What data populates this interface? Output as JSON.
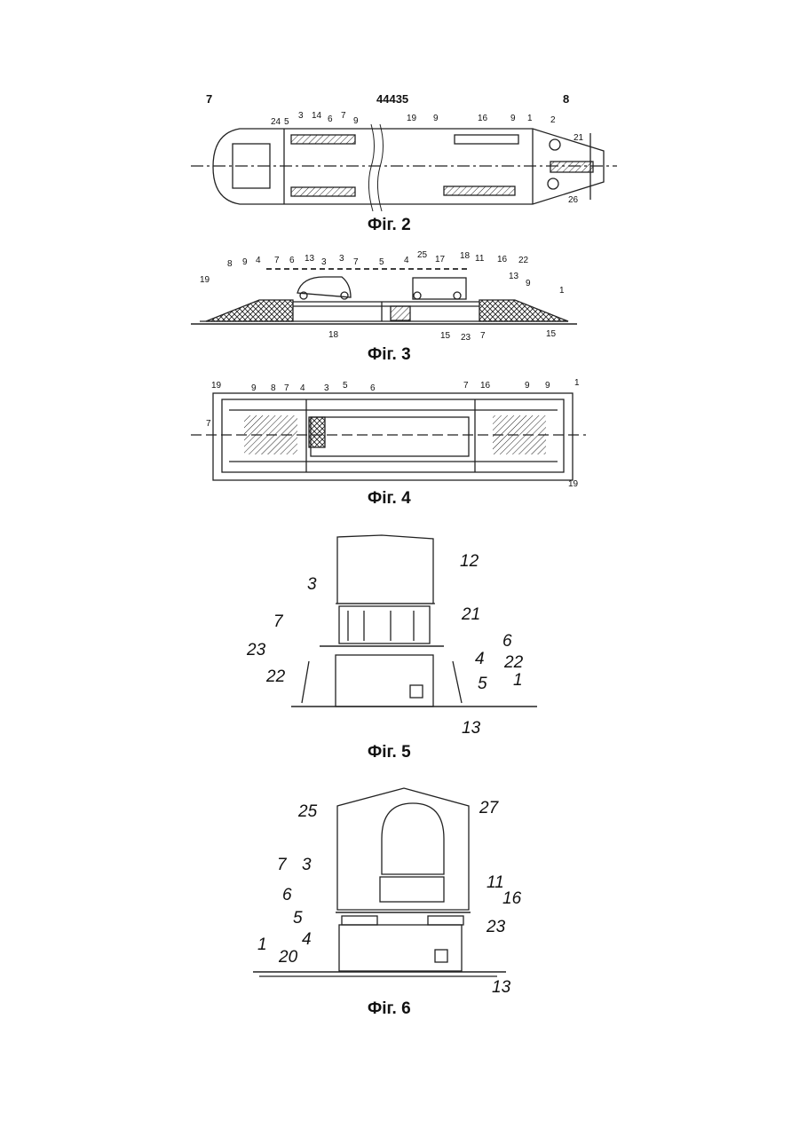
{
  "header": {
    "page_left": "7",
    "doc_number": "44435",
    "page_right": "8"
  },
  "figures": [
    {
      "caption": "Фіг. 2",
      "callouts": [
        "24",
        "5",
        "3",
        "14",
        "6",
        "7",
        "9",
        "19",
        "9",
        "16",
        "9",
        "1",
        "2",
        "21",
        "26"
      ]
    },
    {
      "caption": "Фіг. 3",
      "callouts": [
        "19",
        "8",
        "9",
        "4",
        "7",
        "6",
        "13",
        "3",
        "3",
        "7",
        "5",
        "4",
        "25",
        "17",
        "18",
        "11",
        "16",
        "22",
        "13",
        "9",
        "1",
        "18",
        "15",
        "23",
        "7",
        "15"
      ]
    },
    {
      "caption": "Фіг. 4",
      "callouts": [
        "19",
        "9",
        "8",
        "7",
        "4",
        "3",
        "5",
        "6",
        "7",
        "16",
        "9",
        "9",
        "1",
        "7",
        "19"
      ]
    },
    {
      "caption": "Фіг. 5",
      "callouts": [
        "12",
        "3",
        "21",
        "7",
        "6",
        "23",
        "4",
        "22",
        "22",
        "5",
        "1",
        "13"
      ]
    },
    {
      "caption": "Фіг. 6",
      "callouts": [
        "25",
        "27",
        "7",
        "3",
        "11",
        "6",
        "16",
        "5",
        "23",
        "4",
        "1",
        "20",
        "13"
      ]
    }
  ]
}
